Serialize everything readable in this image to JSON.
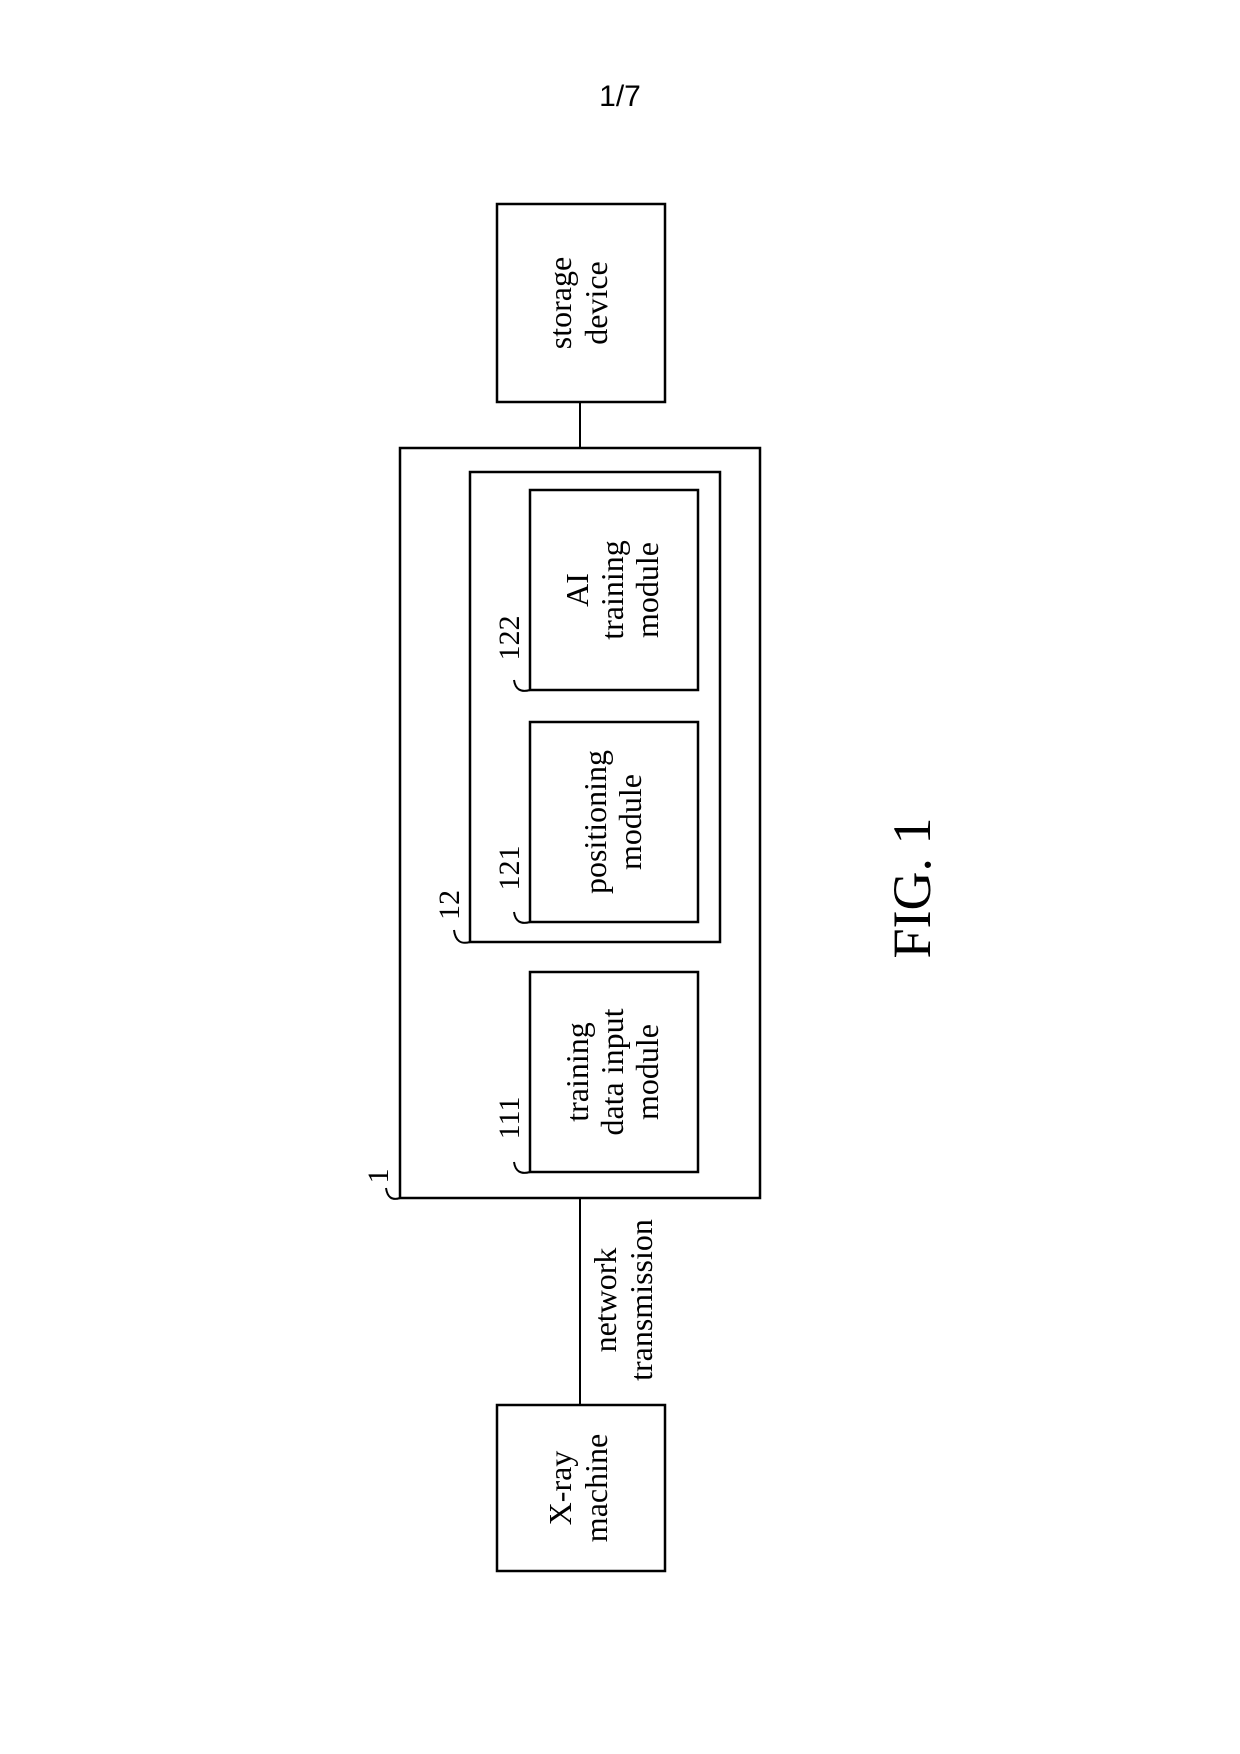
{
  "page": {
    "number": "1/7"
  },
  "figure": {
    "caption": "FIG. 1"
  },
  "blocks": {
    "storage_device": {
      "line1": "storage",
      "line2": "device"
    },
    "xray_machine": {
      "line1": "X-ray",
      "line2": "machine"
    },
    "system": {
      "ref": "1"
    },
    "group": {
      "ref": "12"
    },
    "training_data_input_module": {
      "ref": "111",
      "line1": "training",
      "line2": "data input",
      "line3": "module"
    },
    "positioning_module": {
      "ref": "121",
      "line1": "positioning",
      "line2": "module"
    },
    "ai_training_module": {
      "ref": "122",
      "line1": "AI",
      "line2": "training",
      "line3": "module"
    }
  },
  "connections": {
    "network": {
      "line1": "network",
      "line2": "transmission"
    }
  }
}
